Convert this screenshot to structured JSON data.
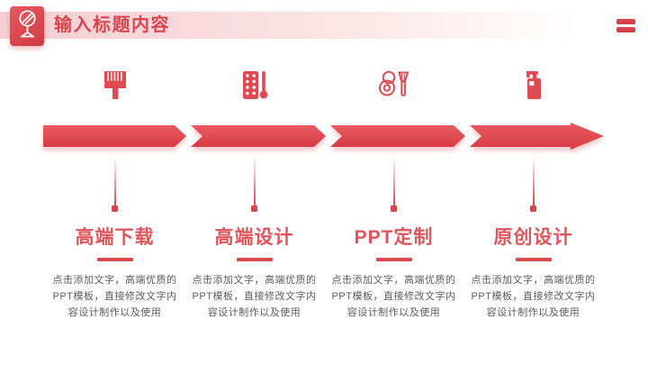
{
  "header": {
    "title": "输入标题内容",
    "badge_icon": "mirror-icon",
    "menu_icon": "menu-icon"
  },
  "colors": {
    "accent_red": "#dd4a52",
    "arrow_gradient_top": "#ea5a60",
    "arrow_gradient_bottom": "#d63c44",
    "banner_pink": "#f6ced2",
    "title_red": "#e0555b",
    "desc_gray": "#5c5c5c"
  },
  "steps": [
    {
      "icon": "paint-brush-icon",
      "title": "高端下载",
      "desc_lines": [
        "点击添加文字，高端优质的",
        "PPT模板，直接修改文字内",
        "容设计制作以及使用"
      ]
    },
    {
      "icon": "pill-pack-thermometer-icon",
      "title": "高端设计",
      "desc_lines": [
        "点击添加文字，高端优质的",
        "PPT模板，直接修改文字内",
        "容设计制作以及使用"
      ]
    },
    {
      "icon": "compact-mirror-brush-icon",
      "title": "PPT定制",
      "desc_lines": [
        "点击添加文字，高端优质的",
        "PPT模板，直接修改文字内",
        "容设计制作以及使用"
      ]
    },
    {
      "icon": "pump-bottle-icon",
      "title": "原创设计",
      "desc_lines": [
        "点击添加文字，高端优质的",
        "PPT模板，直接修改文字内",
        "容设计制作以及使用"
      ]
    }
  ]
}
